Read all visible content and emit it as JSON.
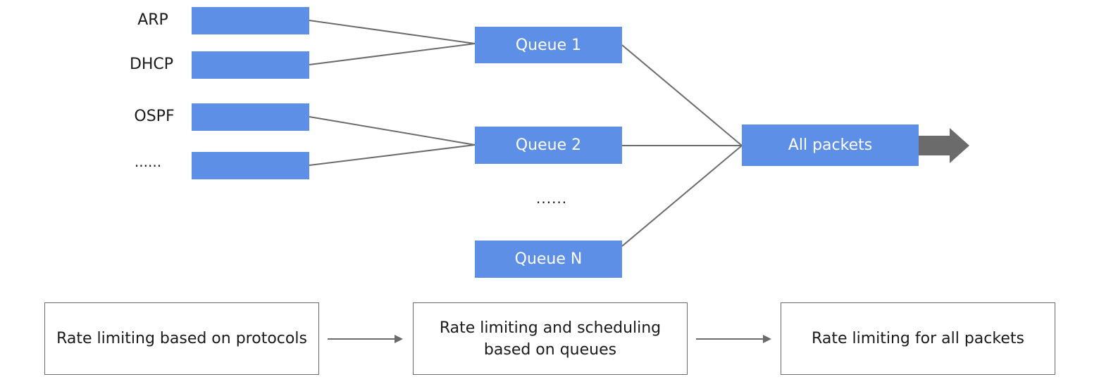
{
  "colors": {
    "box_fill": "#5e8fe6",
    "line": "#6b6b6b",
    "arrow": "#6b6b6b"
  },
  "protocols": [
    {
      "label": "ARP"
    },
    {
      "label": "DHCP"
    },
    {
      "label": "OSPF"
    },
    {
      "label": "......"
    }
  ],
  "queues": [
    {
      "label": "Queue 1"
    },
    {
      "label": "Queue 2"
    },
    {
      "label": "Queue N"
    }
  ],
  "queue_ellipsis": "......",
  "aggregate": {
    "label": "All packets"
  },
  "stages": [
    {
      "lines": [
        "Rate limiting based on protocols"
      ]
    },
    {
      "lines": [
        "Rate limiting and scheduling",
        "based on queues"
      ]
    },
    {
      "lines": [
        "Rate limiting for all packets"
      ]
    }
  ]
}
